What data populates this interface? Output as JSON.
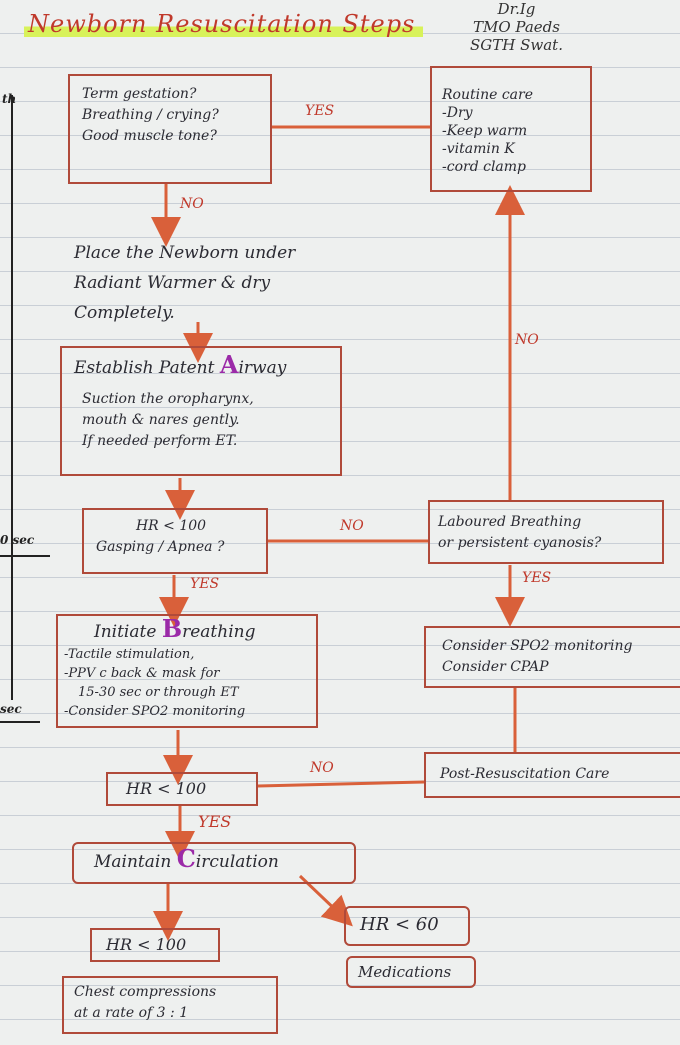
{
  "title": "Newborn Resuscitation Steps",
  "author": {
    "line1": "Dr.Ig",
    "line2": "TMO Paeds",
    "line3": "SGTH Swat."
  },
  "side": {
    "top": "th",
    "mid": "0 sec",
    "bottom": "sec"
  },
  "assess": {
    "line1": "Term gestation?",
    "line2": "Breathing / crying?",
    "line3": "Good muscle tone?"
  },
  "routine": {
    "title": "Routine care",
    "item1": "-Dry",
    "item2": "-Keep warm",
    "item3": "-vitamin K",
    "item4": "-cord clamp"
  },
  "labels": {
    "yes1": "YES",
    "no1": "NO",
    "no2": "NO",
    "no3": "NO",
    "yes2": "YES",
    "yes3": "YES",
    "no4": "NO",
    "yes4": "YES"
  },
  "warmer": {
    "line1": "Place the Newborn under",
    "line2": "Radiant Warmer & dry",
    "line3": "Completely."
  },
  "airway": {
    "heading_pre": "Establish Patent ",
    "heading_mark": "A",
    "heading_post": "irway",
    "line1": "Suction the oropharynx,",
    "line2": "mouth & nares gently.",
    "line3": "If needed perform ET."
  },
  "hr1": {
    "line1": "HR < 100",
    "line2": "Gasping / Apnea ?"
  },
  "laboured": {
    "line1": "Laboured Breathing",
    "line2": "or persistent cyanosis?"
  },
  "breathing": {
    "heading_pre": "Initiate ",
    "heading_mark": "B",
    "heading_post": "reathing",
    "line1": "-Tactile stimulation,",
    "line2": "-PPV c back & mask for",
    "line3": "15-30 sec or through ET",
    "line4": "-Consider SPO2 monitoring"
  },
  "spo2": {
    "line1": "Consider SPO2 monitoring",
    "line2": "Consider CPAP"
  },
  "hr2": "HR < 100",
  "post": "Post-Resuscitation Care",
  "circulation": {
    "heading_pre": "Maintain ",
    "heading_mark": "C",
    "heading_post": "irculation"
  },
  "hr3": "HR < 100",
  "hr4": "HR < 60",
  "medications": "Medications",
  "chest": {
    "line1": "Chest compressions",
    "line2": "at a rate of 3 : 1"
  },
  "colors": {
    "ink": "#2b2b33",
    "box": "#b04a3a",
    "arrow": "#d9603a",
    "highlight": "#d8f25a",
    "letter": "#9b2aa8",
    "title": "#c0392b"
  }
}
